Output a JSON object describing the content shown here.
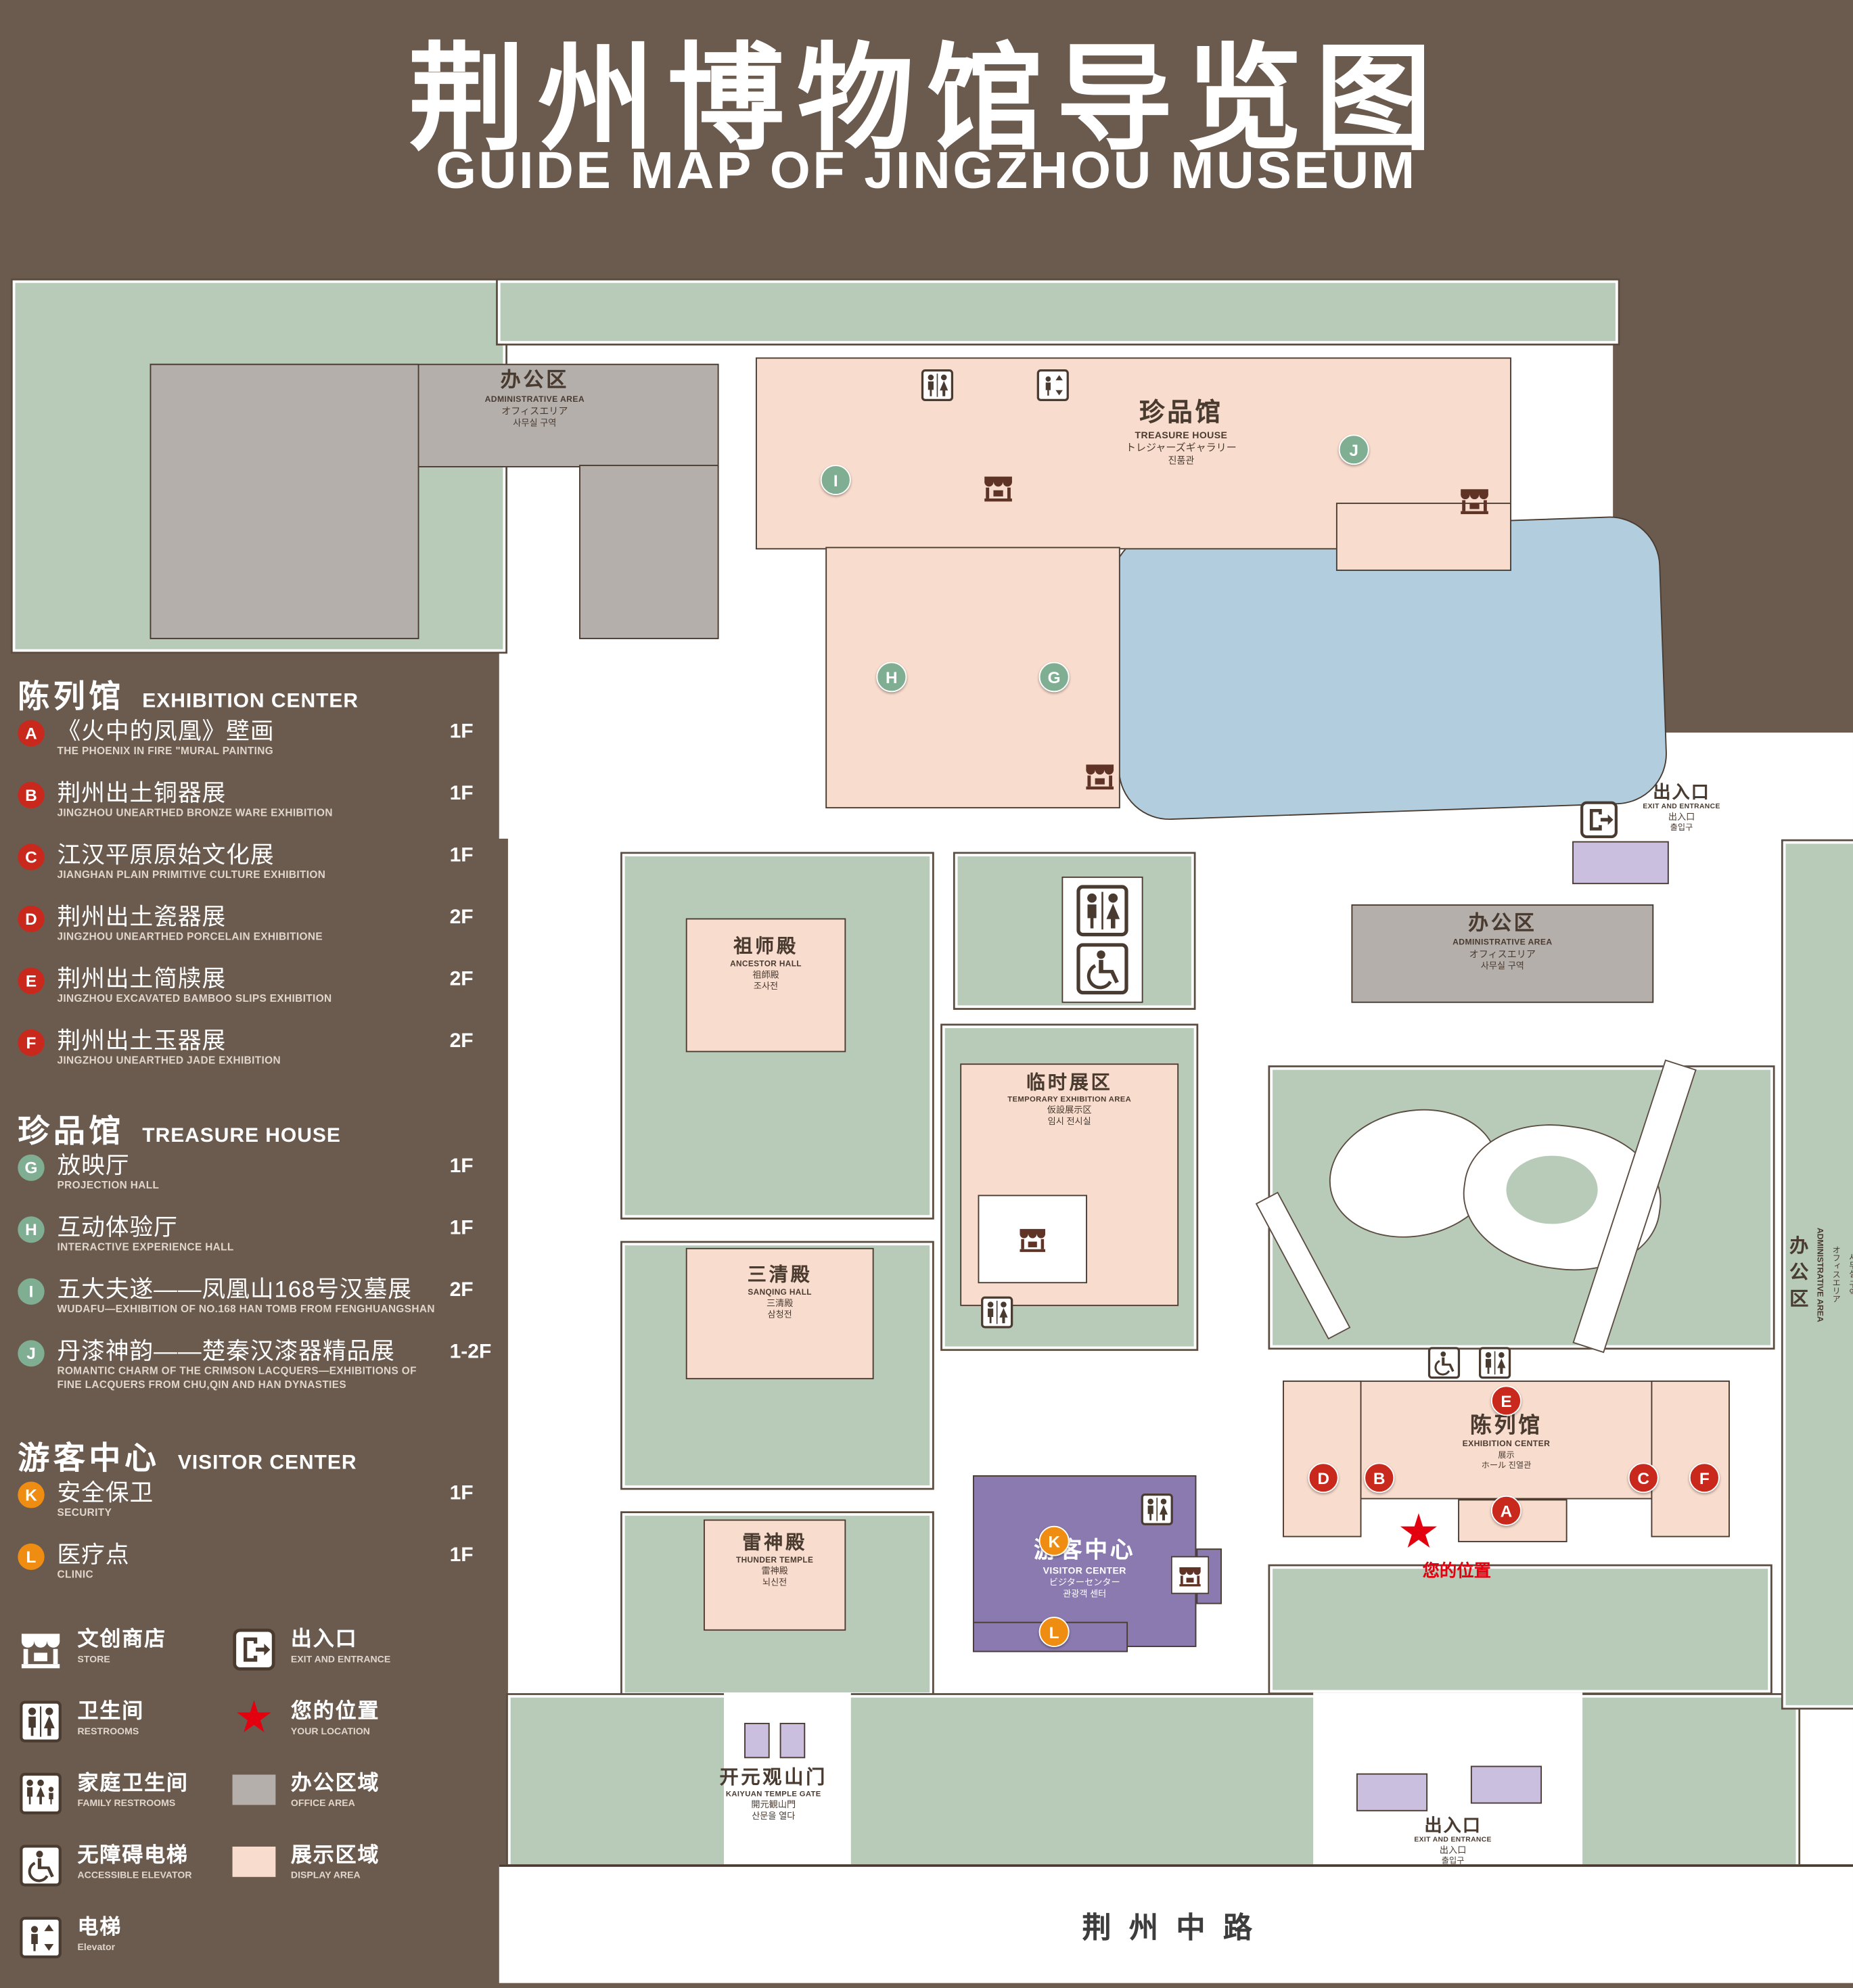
{
  "title": {
    "zh": "荆州博物馆导览图",
    "en": "GUIDE MAP OF JINGZHOU MUSEUM"
  },
  "colors": {
    "background": "#6b5a4e",
    "ground": "#b7cbb8",
    "display_area": "#f8dccd",
    "office_area": "#b4afab",
    "water": "#b2cede",
    "visitor_center": "#8a7ab0",
    "marker_red": "#c9281d",
    "marker_green": "#7fae92",
    "marker_orange": "#ef8d12",
    "your_location": "#e3000f"
  },
  "legend": {
    "sections": [
      {
        "zh": "陈列馆",
        "en": "EXHIBITION CENTER",
        "items": [
          {
            "key": "A",
            "zh": "《火中的凤凰》壁画",
            "en": "THE PHOENIX IN FIRE \"MURAL PAINTING",
            "floor": "1F"
          },
          {
            "key": "B",
            "zh": "荆州出土铜器展",
            "en": "JINGZHOU UNEARTHED BRONZE WARE EXHIBITION",
            "floor": "1F"
          },
          {
            "key": "C",
            "zh": "江汉平原原始文化展",
            "en": "JIANGHAN PLAIN PRIMITIVE CULTURE EXHIBITION",
            "floor": "1F"
          },
          {
            "key": "D",
            "zh": "荆州出土瓷器展",
            "en": "JINGZHOU UNEARTHED PORCELAIN EXHIBITIONE",
            "floor": "2F"
          },
          {
            "key": "E",
            "zh": "荆州出土简牍展",
            "en": "JINGZHOU EXCAVATED BAMBOO SLIPS EXHIBITION",
            "floor": "2F"
          },
          {
            "key": "F",
            "zh": "荆州出土玉器展",
            "en": "JINGZHOU UNEARTHED JADE EXHIBITION",
            "floor": "2F"
          }
        ]
      },
      {
        "zh": "珍品馆",
        "en": "TREASURE HOUSE",
        "items": [
          {
            "key": "G",
            "zh": "放映厅",
            "en": "PROJECTION HALL",
            "floor": "1F"
          },
          {
            "key": "H",
            "zh": "互动体验厅",
            "en": "INTERACTIVE EXPERIENCE HALL",
            "floor": "1F"
          },
          {
            "key": "I",
            "zh": "五大夫遂——凤凰山168号汉墓展",
            "en": "WUDAFU—EXHIBITION OF NO.168 HAN TOMB FROM FENGHUANGSHAN",
            "floor": "2F"
          },
          {
            "key": "J",
            "zh": "丹漆神韵——楚秦汉漆器精品展",
            "en": "ROMANTIC CHARM OF THE CRIMSON LACQUERS—EXHIBITIONS OF FINE LACQUERS FROM CHU,QIN AND HAN DYNASTIES",
            "floor": "1-2F"
          }
        ]
      },
      {
        "zh": "游客中心",
        "en": "VISITOR CENTER",
        "items": [
          {
            "key": "K",
            "zh": "安全保卫",
            "en": "SECURITY",
            "floor": "1F"
          },
          {
            "key": "L",
            "zh": "医疗点",
            "en": "CLINIC",
            "floor": "1F"
          }
        ]
      }
    ],
    "symbols": [
      {
        "icon": "store-icon",
        "zh": "文创商店",
        "en": "STORE"
      },
      {
        "icon": "exit-icon",
        "zh": "出入口",
        "en": "EXIT AND ENTRANCE"
      },
      {
        "icon": "restroom-icon",
        "zh": "卫生间",
        "en": "RESTROOMS"
      },
      {
        "icon": "location-star-icon",
        "zh": "您的位置",
        "en": "YOUR LOCATION"
      },
      {
        "icon": "family-restroom-icon",
        "zh": "家庭卫生间",
        "en": "FAMILY RESTROOMS"
      },
      {
        "icon": "office-area-swatch",
        "zh": "办公区域",
        "en": "OFFICE AREA"
      },
      {
        "icon": "accessible-elevator-icon",
        "zh": "无障碍电梯",
        "en": "ACCESSIBLE ELEVATOR"
      },
      {
        "icon": "display-area-swatch",
        "zh": "展示区域",
        "en": "DISPLAY AREA"
      },
      {
        "icon": "elevator-icon",
        "zh": "电梯",
        "en": "Elevator"
      }
    ]
  },
  "map": {
    "buildings": {
      "admin": {
        "zh": "办公区",
        "en": "ADMINISTRATIVE AREA",
        "jp": "オフィスエリア",
        "kr": "사무실 구역"
      },
      "treasure_house": {
        "zh": "珍品馆",
        "en": "TREASURE HOUSE",
        "jp": "トレジャーズギャラリー",
        "kr": "진품관"
      },
      "ancestor_hall": {
        "zh": "祖师殿",
        "en": "ANCESTOR HALL",
        "jp": "祖師殿",
        "kr": "조사전"
      },
      "temporary": {
        "zh": "临时展区",
        "en": "TEMPORARY EXHIBITION AREA",
        "jp": "仮設展示区",
        "kr": "임시 전시실"
      },
      "sanqing_hall": {
        "zh": "三清殿",
        "en": "SANQING HALL",
        "jp": "三清殿",
        "kr": "삼청전"
      },
      "thunder_temple": {
        "zh": "雷神殿",
        "en": "THUNDER TEMPLE",
        "jp": "雷神殿",
        "kr": "뇌신전"
      },
      "visitor_center": {
        "zh": "游客中心",
        "en": "VISITOR CENTER",
        "jp": "ビジターセンター",
        "kr": "관광객 센터"
      },
      "exhibition_center": {
        "zh": "陈列馆",
        "en": "EXHIBITION CENTER",
        "jp": "展示",
        "kr": "ホール 진열관"
      },
      "gate": {
        "zh": "开元观山门",
        "en": "KAIYUAN TEMPLE GATE",
        "jp": "開元観山門",
        "kr": "산문을 열다"
      },
      "exit": {
        "zh": "出入口",
        "en": "EXIT AND ENTRANCE",
        "jp": "出入口",
        "kr": "출입구"
      },
      "road": {
        "zh": "荆州中路"
      },
      "your_location": {
        "zh": "您的位置"
      }
    },
    "markers": {
      "A": "A",
      "B": "B",
      "C": "C",
      "D": "D",
      "E": "E",
      "F": "F",
      "G": "G",
      "H": "H",
      "I": "I",
      "J": "J",
      "K": "K",
      "L": "L"
    }
  }
}
